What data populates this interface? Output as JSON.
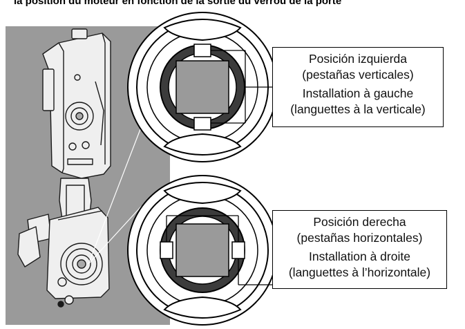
{
  "header": {
    "text": "la position du moteur en fonction de la sortie du verrou de la porte"
  },
  "callouts": {
    "top": {
      "line1": "Posición izquierda",
      "line2": "(pestañas verticales)",
      "line3": "Installation à gauche",
      "line4": "(languettes à la verticale)"
    },
    "bottom": {
      "line1": "Posición derecha",
      "line2": "(pestañas horizontales)",
      "line3": "Installation à droite",
      "line4": "(languettes à l’horizontale)"
    }
  },
  "colors": {
    "photo_background": "#9a9a9a",
    "ring": "#3c3c3c",
    "square_fill": "#9a9a9a",
    "line": "#000000"
  }
}
